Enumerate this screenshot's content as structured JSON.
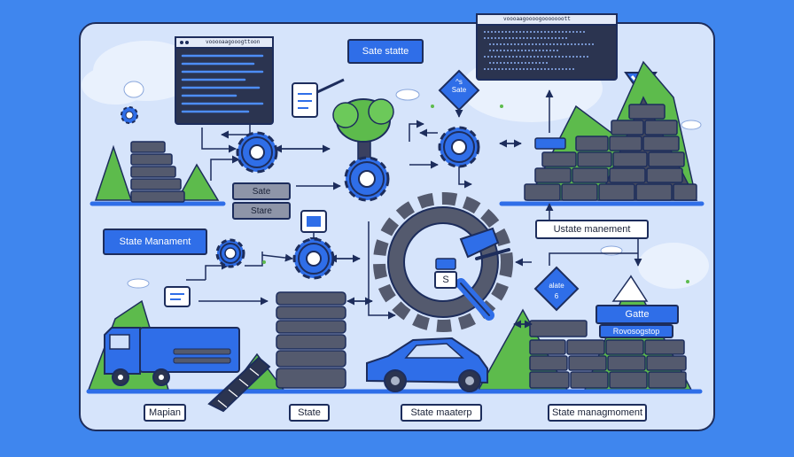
{
  "labels": {
    "top_center": "Sate statte",
    "top_right_box": "Ustate manement",
    "left_box": "State Manament",
    "state_stack_a": "Sate",
    "state_stack_b": "Stare",
    "diamond_top": "Sate",
    "diamond_top_sub": "^s",
    "diamond_right_a": "alate",
    "diamond_right_b": "6",
    "bubble_s": "S",
    "gate": "Gatte",
    "gate_sub": "Rovosogstop",
    "bottom_1": "Mapian",
    "bottom_2": "State",
    "bottom_3": "State maaterp",
    "bottom_4": "State managmoment",
    "window_left_title": "vooooaagooogttoon",
    "window_right_title": "voooaagoooogooooooott"
  },
  "colors": {
    "background": "#3f86ee",
    "panel": "#d6e4fb",
    "accent": "#2f6ee8",
    "outline": "#1d2d5c",
    "stone": "#545a6e",
    "tree": "#5dbb4c"
  }
}
